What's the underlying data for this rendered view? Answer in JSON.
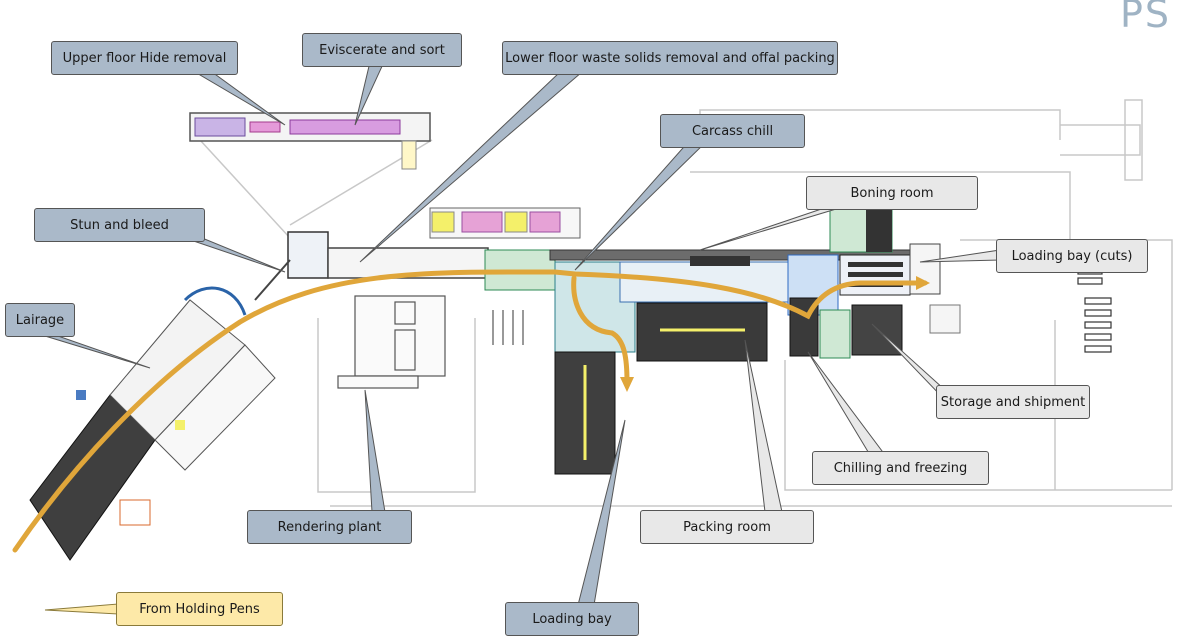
{
  "logo_text": "PS",
  "labels": {
    "hide_removal": "Upper floor Hide removal",
    "eviscerate": "Eviscerate and sort",
    "lower_floor": "Lower floor waste solids removal and offal packing",
    "carcass_chill": "Carcass chill",
    "boning_room": "Boning room",
    "stun_bleed": "Stun and bleed",
    "loading_bay_cuts": "Loading bay (cuts)",
    "lairage": "Lairage",
    "storage_shipment": "Storage and shipment",
    "chilling_freezing": "Chilling and freezing",
    "rendering_plant": "Rendering plant",
    "packing_room": "Packing room",
    "from_holding_pens": "From Holding Pens",
    "loading_bay": "Loading bay"
  },
  "colors": {
    "flow_arrow": "#e0a63a",
    "callout_dark": "#aab9c9",
    "callout_light": "#e8e8e8",
    "callout_yellow": "#fde9a8",
    "plan_line": "#9a9a9a"
  }
}
